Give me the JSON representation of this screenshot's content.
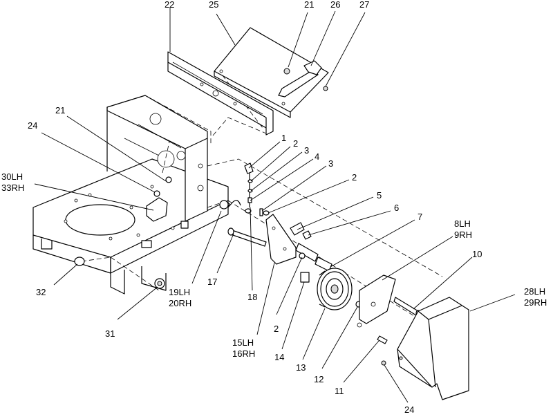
{
  "callouts": [
    {
      "id": "c22",
      "text": "22"
    },
    {
      "id": "c25",
      "text": "25"
    },
    {
      "id": "c21a",
      "text": "21"
    },
    {
      "id": "c26",
      "text": "26"
    },
    {
      "id": "c27",
      "text": "27"
    },
    {
      "id": "c21b",
      "text": "21"
    },
    {
      "id": "c24a",
      "text": "24"
    },
    {
      "id": "c30",
      "text": "30LH"
    },
    {
      "id": "c33",
      "text": "33RH"
    },
    {
      "id": "c1",
      "text": "1"
    },
    {
      "id": "c2a",
      "text": "2"
    },
    {
      "id": "c3a",
      "text": "3"
    },
    {
      "id": "c4",
      "text": "4"
    },
    {
      "id": "c3b",
      "text": "3"
    },
    {
      "id": "c2b",
      "text": "2"
    },
    {
      "id": "c5",
      "text": "5"
    },
    {
      "id": "c6",
      "text": "6"
    },
    {
      "id": "c7",
      "text": "7"
    },
    {
      "id": "c8",
      "text": "8LH"
    },
    {
      "id": "c9",
      "text": "9RH"
    },
    {
      "id": "c10",
      "text": "10"
    },
    {
      "id": "c28",
      "text": "28LH"
    },
    {
      "id": "c29",
      "text": "29RH"
    },
    {
      "id": "c32",
      "text": "32"
    },
    {
      "id": "c31",
      "text": "31"
    },
    {
      "id": "c19",
      "text": "19LH"
    },
    {
      "id": "c20",
      "text": "20RH"
    },
    {
      "id": "c17",
      "text": "17"
    },
    {
      "id": "c18",
      "text": "18"
    },
    {
      "id": "c15",
      "text": "15LH"
    },
    {
      "id": "c16",
      "text": "16RH"
    },
    {
      "id": "c2c",
      "text": "2"
    },
    {
      "id": "c14",
      "text": "14"
    },
    {
      "id": "c13",
      "text": "13"
    },
    {
      "id": "c12",
      "text": "12"
    },
    {
      "id": "c11",
      "text": "11"
    },
    {
      "id": "c24b",
      "text": "24"
    }
  ]
}
